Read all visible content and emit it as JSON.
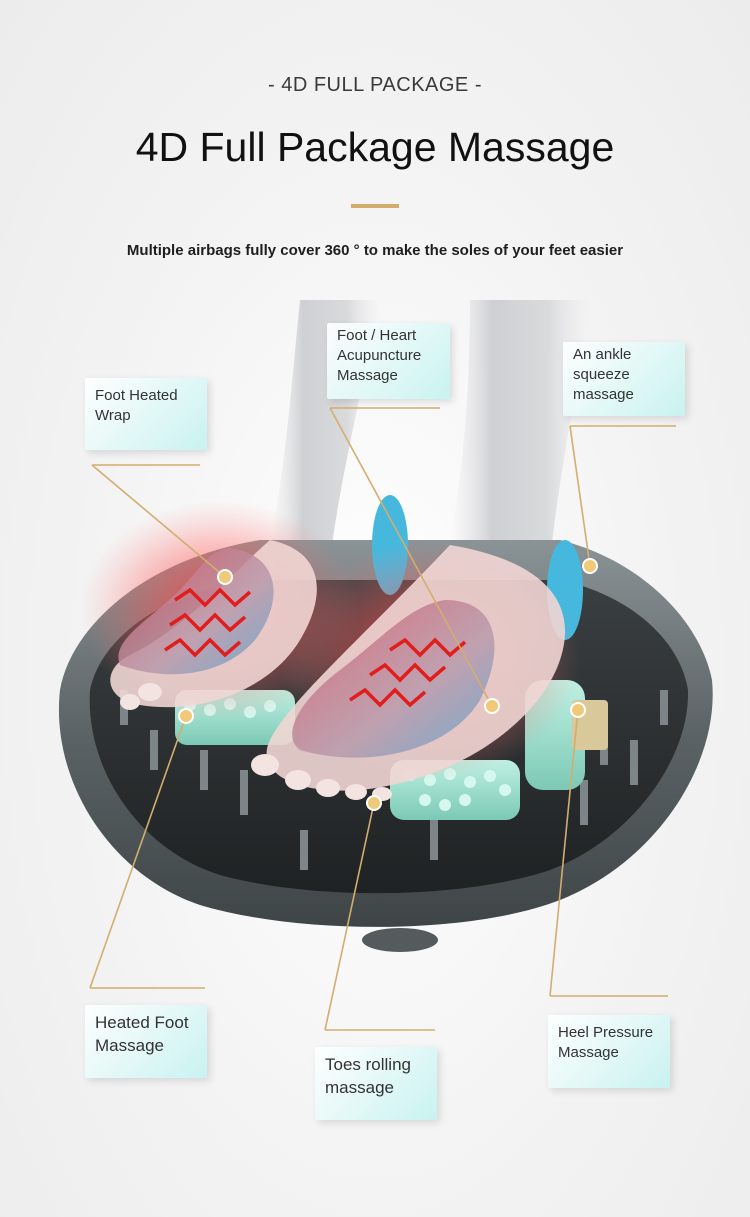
{
  "header": {
    "eyebrow": "- 4D FULL PACKAGE -",
    "title": "4D Full Package Massage",
    "subtitle": "Multiple airbags fully cover 360 ° to make the soles of your feet easier"
  },
  "colors": {
    "accent_gold": "#d3ad6f",
    "callout_tint": "#c6f2f0",
    "shell_gray": "#6a7376",
    "roller_mint": "#8fd9c8",
    "heat_red": "#e23a3a",
    "airbag_blue": "#46b8de"
  },
  "callouts": {
    "foot_heated_wrap": "Foot Heated\nWrap",
    "foot_heart_acupuncture": "Foot / Heart\nAcupuncture\nMassage",
    "ankle_squeeze": "An ankle\nsqueeze\nmassage",
    "heated_foot_massage": "Heated Foot\nMassage",
    "toes_rolling": "Toes rolling\nmassage",
    "heel_pressure": "Heel Pressure\nMassage"
  }
}
